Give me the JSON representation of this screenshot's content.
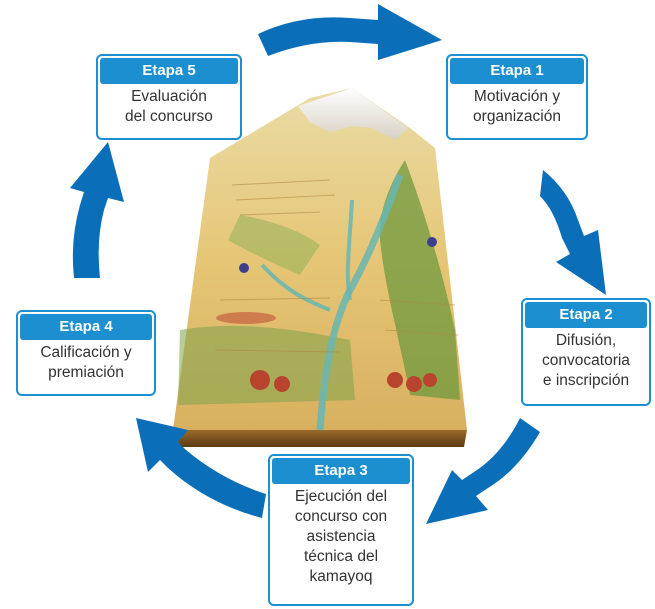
{
  "colors": {
    "arrow": "#0a6fb8",
    "box_border": "#1b8fd0",
    "header_bg": "#1b8fd0",
    "header_text": "#ffffff",
    "body_text": "#333333"
  },
  "center_image": "model-landscape",
  "stages": [
    {
      "title": "Etapa 1",
      "lines": [
        "Motivación y",
        "organización"
      ]
    },
    {
      "title": "Etapa 2",
      "lines": [
        "Difusión,",
        "convocatoria",
        "e inscripción"
      ]
    },
    {
      "title": "Etapa 3",
      "lines": [
        "Ejecución del",
        "concurso con",
        "asistencia",
        "técnica del",
        "kamayoq"
      ]
    },
    {
      "title": "Etapa 4",
      "lines": [
        "Calificación y",
        "premiación"
      ]
    },
    {
      "title": "Etapa 5",
      "lines": [
        "Evaluación",
        "del concurso"
      ]
    }
  ]
}
